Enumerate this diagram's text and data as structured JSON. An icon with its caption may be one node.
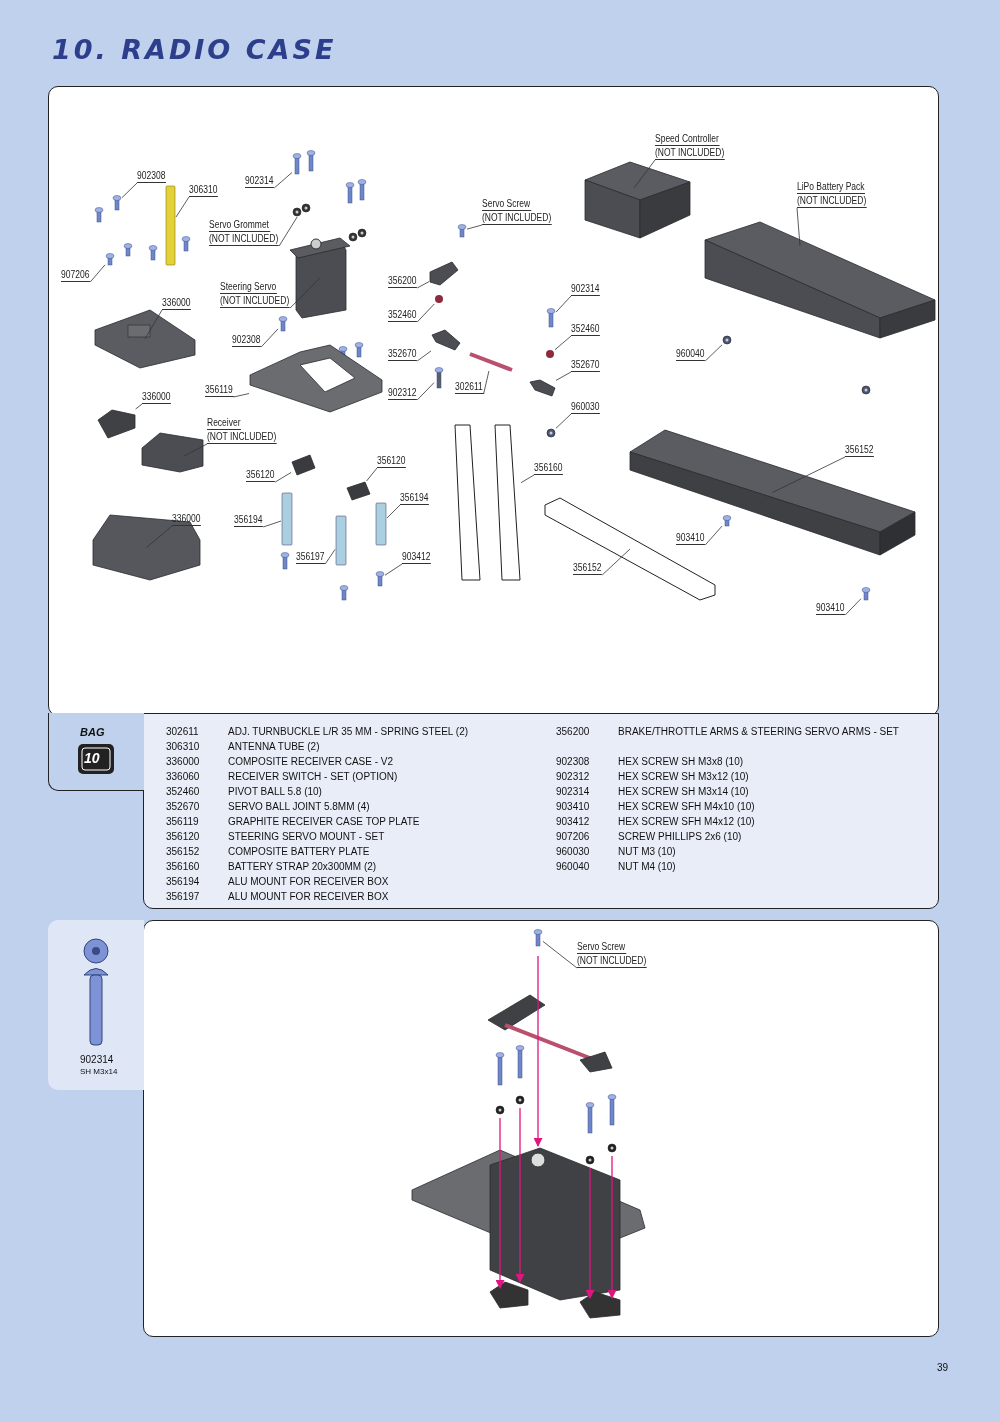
{
  "diagram": {
    "title": "10. RADIO CASE",
    "nodes": [
      {
        "text": [
          "902308"
        ]
      },
      {
        "text": [
          "306310"
        ]
      },
      {
        "text": [
          "902314"
        ]
      },
      {
        "text": [
          "Servo Grommet",
          "(NOT INCLUDED)"
        ]
      },
      {
        "text": [
          "907206"
        ]
      },
      {
        "text": [
          "336000"
        ]
      },
      {
        "text": [
          "Steering Servo",
          "(NOT INCLUDED)"
        ]
      },
      {
        "text": [
          "902308"
        ]
      },
      {
        "text": [
          "356119"
        ]
      },
      {
        "text": [
          "336000"
        ]
      },
      {
        "text": [
          "Receiver",
          "(NOT INCLUDED)"
        ]
      },
      {
        "text": [
          "356120"
        ]
      },
      {
        "text": [
          "356194"
        ]
      },
      {
        "text": [
          "336000"
        ]
      },
      {
        "text": [
          "356120"
        ]
      },
      {
        "text": [
          "356194"
        ]
      },
      {
        "text": [
          "356197"
        ]
      },
      {
        "text": [
          "903412"
        ]
      },
      {
        "text": [
          "356200"
        ]
      },
      {
        "text": [
          "Servo Screw",
          "(NOT INCLUDED)"
        ]
      },
      {
        "text": [
          "352460"
        ]
      },
      {
        "text": [
          "352670"
        ]
      },
      {
        "text": [
          "902312"
        ]
      },
      {
        "text": [
          "302611"
        ]
      },
      {
        "text": [
          "902314"
        ]
      },
      {
        "text": [
          "352460"
        ]
      },
      {
        "text": [
          "352670"
        ]
      },
      {
        "text": [
          "960030"
        ]
      },
      {
        "text": [
          "Speed Controller",
          "(NOT INCLUDED)"
        ]
      },
      {
        "text": [
          "LiPo Battery Pack",
          "(NOT INCLUDED)"
        ]
      },
      {
        "text": [
          "960040"
        ]
      },
      {
        "text": [
          "356152"
        ]
      },
      {
        "text": [
          "356160"
        ]
      },
      {
        "text": [
          "903410"
        ]
      },
      {
        "text": [
          "356152"
        ]
      },
      {
        "text": [
          "903410"
        ]
      },
      {
        "text": [
          "Servo Screw",
          "(NOT INCLUDED)"
        ]
      },
      {
        "text": [],
        "shape": "picture"
      },
      {
        "text": [],
        "shape": "bar"
      },
      {
        "text": [],
        "shape": "picture"
      },
      {
        "text": [],
        "shape": "picture"
      },
      {
        "text": [],
        "shape": "picture"
      },
      {
        "text": [],
        "shape": "picture"
      },
      {
        "text": [],
        "shape": "picture"
      },
      {
        "text": [],
        "shape": "picture"
      },
      {
        "text": [],
        "shape": "picture"
      },
      {
        "text": [],
        "shape": "picture"
      },
      {
        "text": [],
        "shape": "picture"
      },
      {
        "text": [],
        "shape": "picture"
      },
      {
        "text": [],
        "shape": "bar"
      },
      {
        "text": [],
        "shape": "picture"
      },
      {
        "text": [],
        "shape": "picture"
      },
      {
        "text": [],
        "shape": "bar"
      },
      {
        "text": [],
        "shape": "bar"
      },
      {
        "text": [],
        "shape": "picture"
      },
      {
        "text": [],
        "shape": "picture"
      },
      {
        "text": [],
        "shape": "picture"
      },
      {
        "text": [],
        "shape": "circle"
      },
      {
        "text": [],
        "shape": "picture"
      },
      {
        "text": [],
        "shape": "picture"
      },
      {
        "text": [],
        "shape": "picture"
      },
      {
        "text": [],
        "shape": "picture"
      },
      {
        "text": [],
        "shape": "circle"
      },
      {
        "text": [],
        "shape": "picture"
      },
      {
        "text": [],
        "shape": "picture"
      },
      {
        "text": [],
        "shape": "picture"
      },
      {
        "text": [],
        "shape": "picture"
      },
      {
        "text": [],
        "shape": "picture"
      },
      {
        "text": [],
        "shape": "picture"
      },
      {
        "text": [],
        "shape": "picture"
      },
      {
        "text": [],
        "shape": "picture"
      },
      {
        "text": [],
        "shape": "picture"
      },
      {
        "text": [],
        "shape": "picture"
      },
      {
        "text": [],
        "shape": "picture"
      }
    ],
    "edges": [
      {
        "from": 0,
        "to": 37,
        "arrow": "none"
      },
      {
        "from": 1,
        "to": 38,
        "arrow": "none"
      },
      {
        "from": 2,
        "to": 39,
        "arrow": "none"
      },
      {
        "from": 3,
        "to": 40,
        "arrow": "none"
      },
      {
        "from": 4,
        "to": 41,
        "arrow": "none"
      },
      {
        "from": 5,
        "to": 42,
        "arrow": "none"
      },
      {
        "from": 6,
        "to": 43,
        "arrow": "none"
      },
      {
        "from": 7,
        "to": 44,
        "arrow": "none"
      },
      {
        "from": 8,
        "to": 45,
        "arrow": "none"
      },
      {
        "from": 9,
        "to": 46,
        "arrow": "none"
      },
      {
        "from": 10,
        "to": 47,
        "arrow": "none"
      },
      {
        "from": 11,
        "to": 48,
        "arrow": "none"
      },
      {
        "from": 12,
        "to": 49,
        "arrow": "none"
      },
      {
        "from": 13,
        "to": 50,
        "arrow": "none"
      },
      {
        "from": 14,
        "to": 51,
        "arrow": "none"
      },
      {
        "from": 15,
        "to": 52,
        "arrow": "none"
      },
      {
        "from": 16,
        "to": 53,
        "arrow": "none"
      },
      {
        "from": 17,
        "to": 54,
        "arrow": "none"
      },
      {
        "from": 18,
        "to": 55,
        "arrow": "none"
      },
      {
        "from": 19,
        "to": 56,
        "arrow": "none"
      },
      {
        "from": 20,
        "to": 57,
        "arrow": "none"
      },
      {
        "from": 21,
        "to": 58,
        "arrow": "none"
      },
      {
        "from": 22,
        "to": 59,
        "arrow": "none"
      },
      {
        "from": 23,
        "to": 60,
        "arrow": "none"
      },
      {
        "from": 24,
        "to": 61,
        "arrow": "none"
      },
      {
        "from": 25,
        "to": 62,
        "arrow": "none"
      },
      {
        "from": 26,
        "to": 63,
        "arrow": "none"
      },
      {
        "from": 27,
        "to": 64,
        "arrow": "none"
      },
      {
        "from": 28,
        "to": 65,
        "arrow": "none"
      },
      {
        "from": 29,
        "to": 66,
        "arrow": "none"
      },
      {
        "from": 30,
        "to": 67,
        "arrow": "none"
      },
      {
        "from": 31,
        "to": 68,
        "arrow": "none"
      },
      {
        "from": 32,
        "to": 69,
        "arrow": "none"
      },
      {
        "from": 33,
        "to": 70,
        "arrow": "none"
      },
      {
        "from": 34,
        "to": 71,
        "arrow": "none"
      },
      {
        "from": 35,
        "to": 72,
        "arrow": "none"
      },
      {
        "from": 36,
        "to": 73,
        "arrow": "none"
      }
    ],
    "labels": [
      "BAG",
      "10",
      "302611",
      "ADJ. TURNBUCKLE L/R 35 MM - SPRING STEEL (2)",
      "356200",
      "BRAKE/THROTTLE ARMS & STEERING SERVO ARMS - SET",
      "306310",
      "ANTENNA TUBE (2)",
      "336000",
      "COMPOSITE RECEIVER CASE - V2",
      "902308",
      "HEX SCREW SH M3x8 (10)",
      "336060",
      "RECEIVER SWITCH - SET (OPTION)",
      "902312",
      "HEX SCREW SH M3x12 (10)",
      "352460",
      "PIVOT BALL 5.8 (10)",
      "902314",
      "HEX SCREW SH M3x14 (10)",
      "352670",
      "SERVO BALL JOINT 5.8MM (4)",
      "903410",
      "HEX SCREW SFH M4x10 (10)",
      "356119",
      "GRAPHITE RECEIVER CASE TOP PLATE",
      "903412",
      "HEX SCREW SFH M4x12 (10)",
      "356120",
      "STEERING SERVO MOUNT - SET",
      "907206",
      "SCREW PHILLIPS 2x6 (10)",
      "356152",
      "COMPOSITE BATTERY PLATE",
      "960030",
      "NUT M3 (10)",
      "356160",
      "BATTERY STRAP 20x300MM (2)",
      "960040",
      "NUT M4 (10)",
      "356194",
      "ALU MOUNT FOR RECEIVER BOX",
      "356197",
      "ALU MOUNT FOR RECEIVER BOX",
      "902314",
      "SH M3x14",
      "39"
    ]
  }
}
